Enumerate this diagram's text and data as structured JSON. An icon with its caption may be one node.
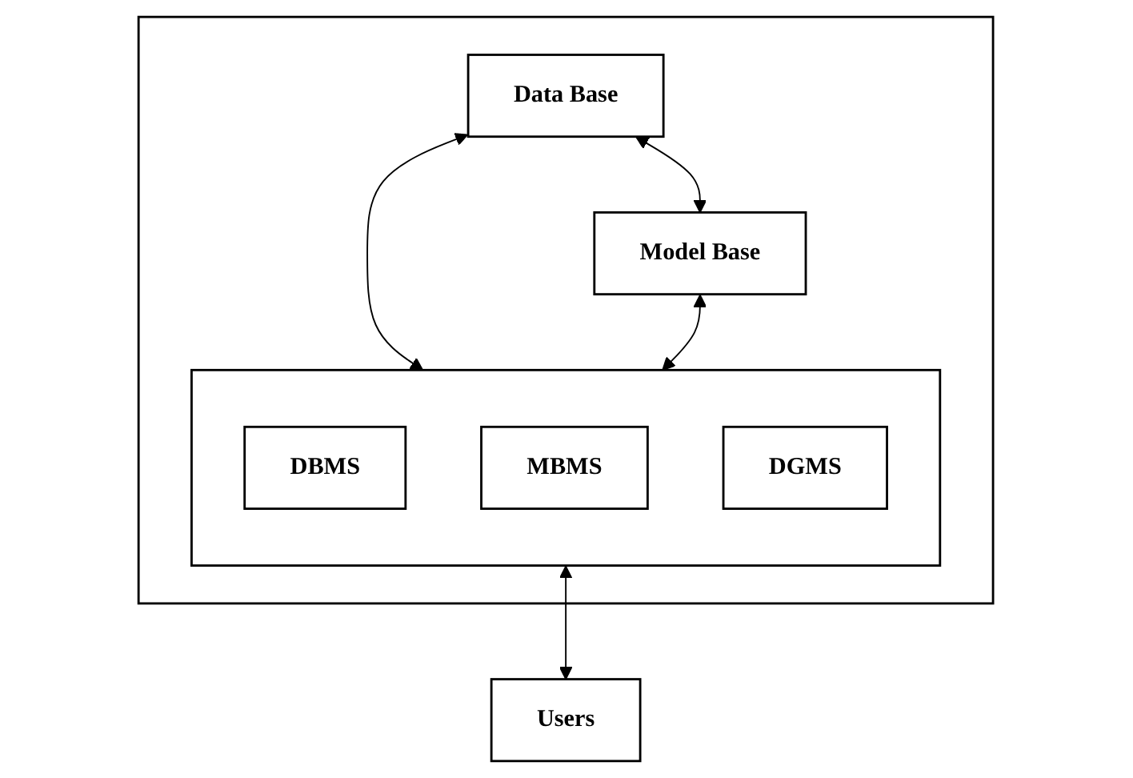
{
  "diagram": {
    "nodes": [
      {
        "text": [],
        "shape": "box"
      },
      {
        "text": [
          "Data Base"
        ],
        "in": 0
      },
      {
        "text": [
          "Model Base"
        ],
        "in": 0
      },
      {
        "text": [],
        "shape": "box",
        "in": 0
      },
      {
        "text": [
          "DBMS"
        ],
        "in": 3
      },
      {
        "text": [
          "MBMS"
        ],
        "in": 3
      },
      {
        "text": [
          "DGMS"
        ],
        "in": 3
      },
      {
        "text": [
          "Users"
        ]
      }
    ],
    "edges": [
      {
        "from": 1,
        "to": 2,
        "arrow": "both"
      },
      {
        "from": 1,
        "to": 3,
        "arrow": "both"
      },
      {
        "from": 2,
        "to": 3,
        "arrow": "both"
      },
      {
        "from": 3,
        "to": 7,
        "arrow": "both"
      }
    ]
  }
}
